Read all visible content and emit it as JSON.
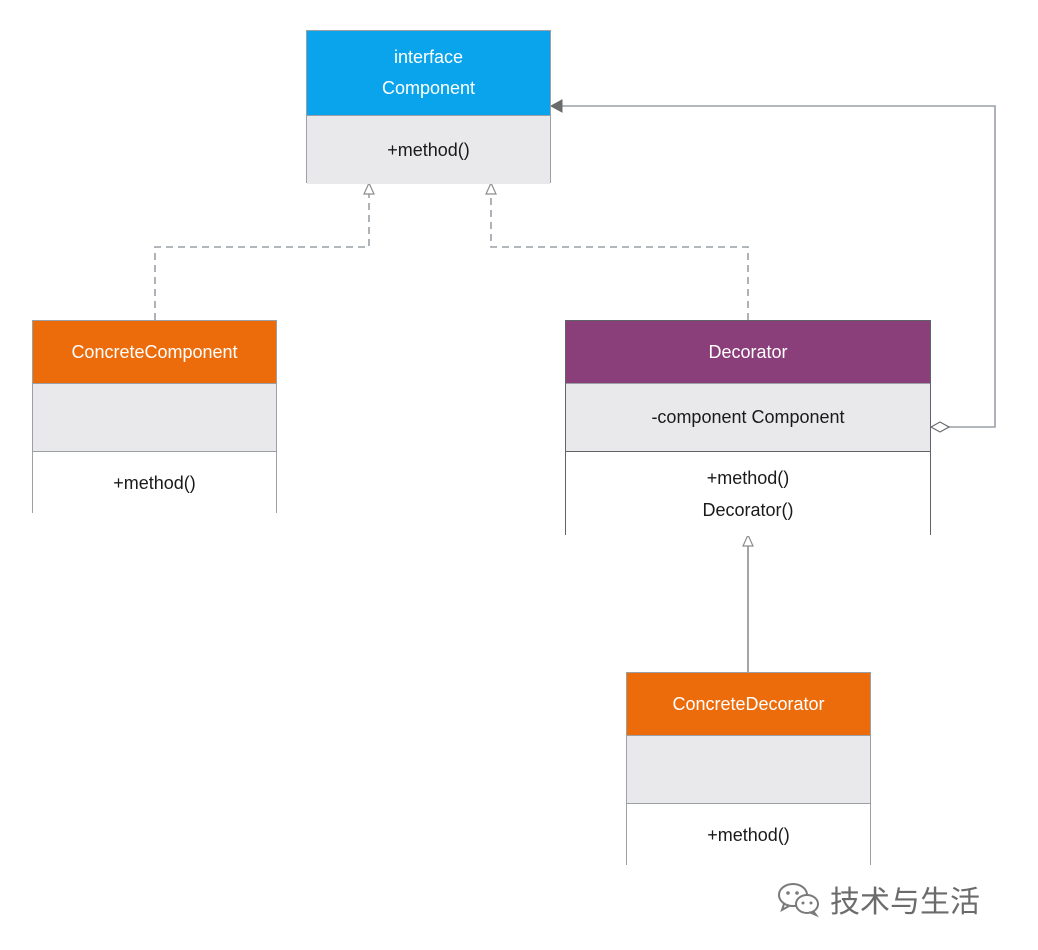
{
  "colors": {
    "interface_header": "#0aa4ec",
    "concrete_header": "#ec6c0c",
    "decorator_header": "#8a3f7a",
    "compartment_fill": "#e9e9ec",
    "line": "#9aa0a6"
  },
  "classes": {
    "component": {
      "stereotype": "interface",
      "name": "Component",
      "methods": [
        "+method()"
      ]
    },
    "concrete_component": {
      "name": "ConcreteComponent",
      "methods": [
        "+method()"
      ]
    },
    "decorator": {
      "name": "Decorator",
      "attributes": [
        "-component Component"
      ],
      "methods": [
        "+method()",
        "Decorator()"
      ]
    },
    "concrete_decorator": {
      "name": "ConcreteDecorator",
      "methods": [
        "+method()"
      ]
    }
  },
  "relationships": [
    {
      "from": "ConcreteComponent",
      "to": "Component",
      "kind": "realization"
    },
    {
      "from": "Decorator",
      "to": "Component",
      "kind": "realization"
    },
    {
      "from": "ConcreteDecorator",
      "to": "Decorator",
      "kind": "generalization"
    },
    {
      "from": "Decorator",
      "to": "Component",
      "kind": "aggregation"
    }
  ],
  "watermark": {
    "icon": "wechat-icon",
    "text": "技术与生活"
  }
}
